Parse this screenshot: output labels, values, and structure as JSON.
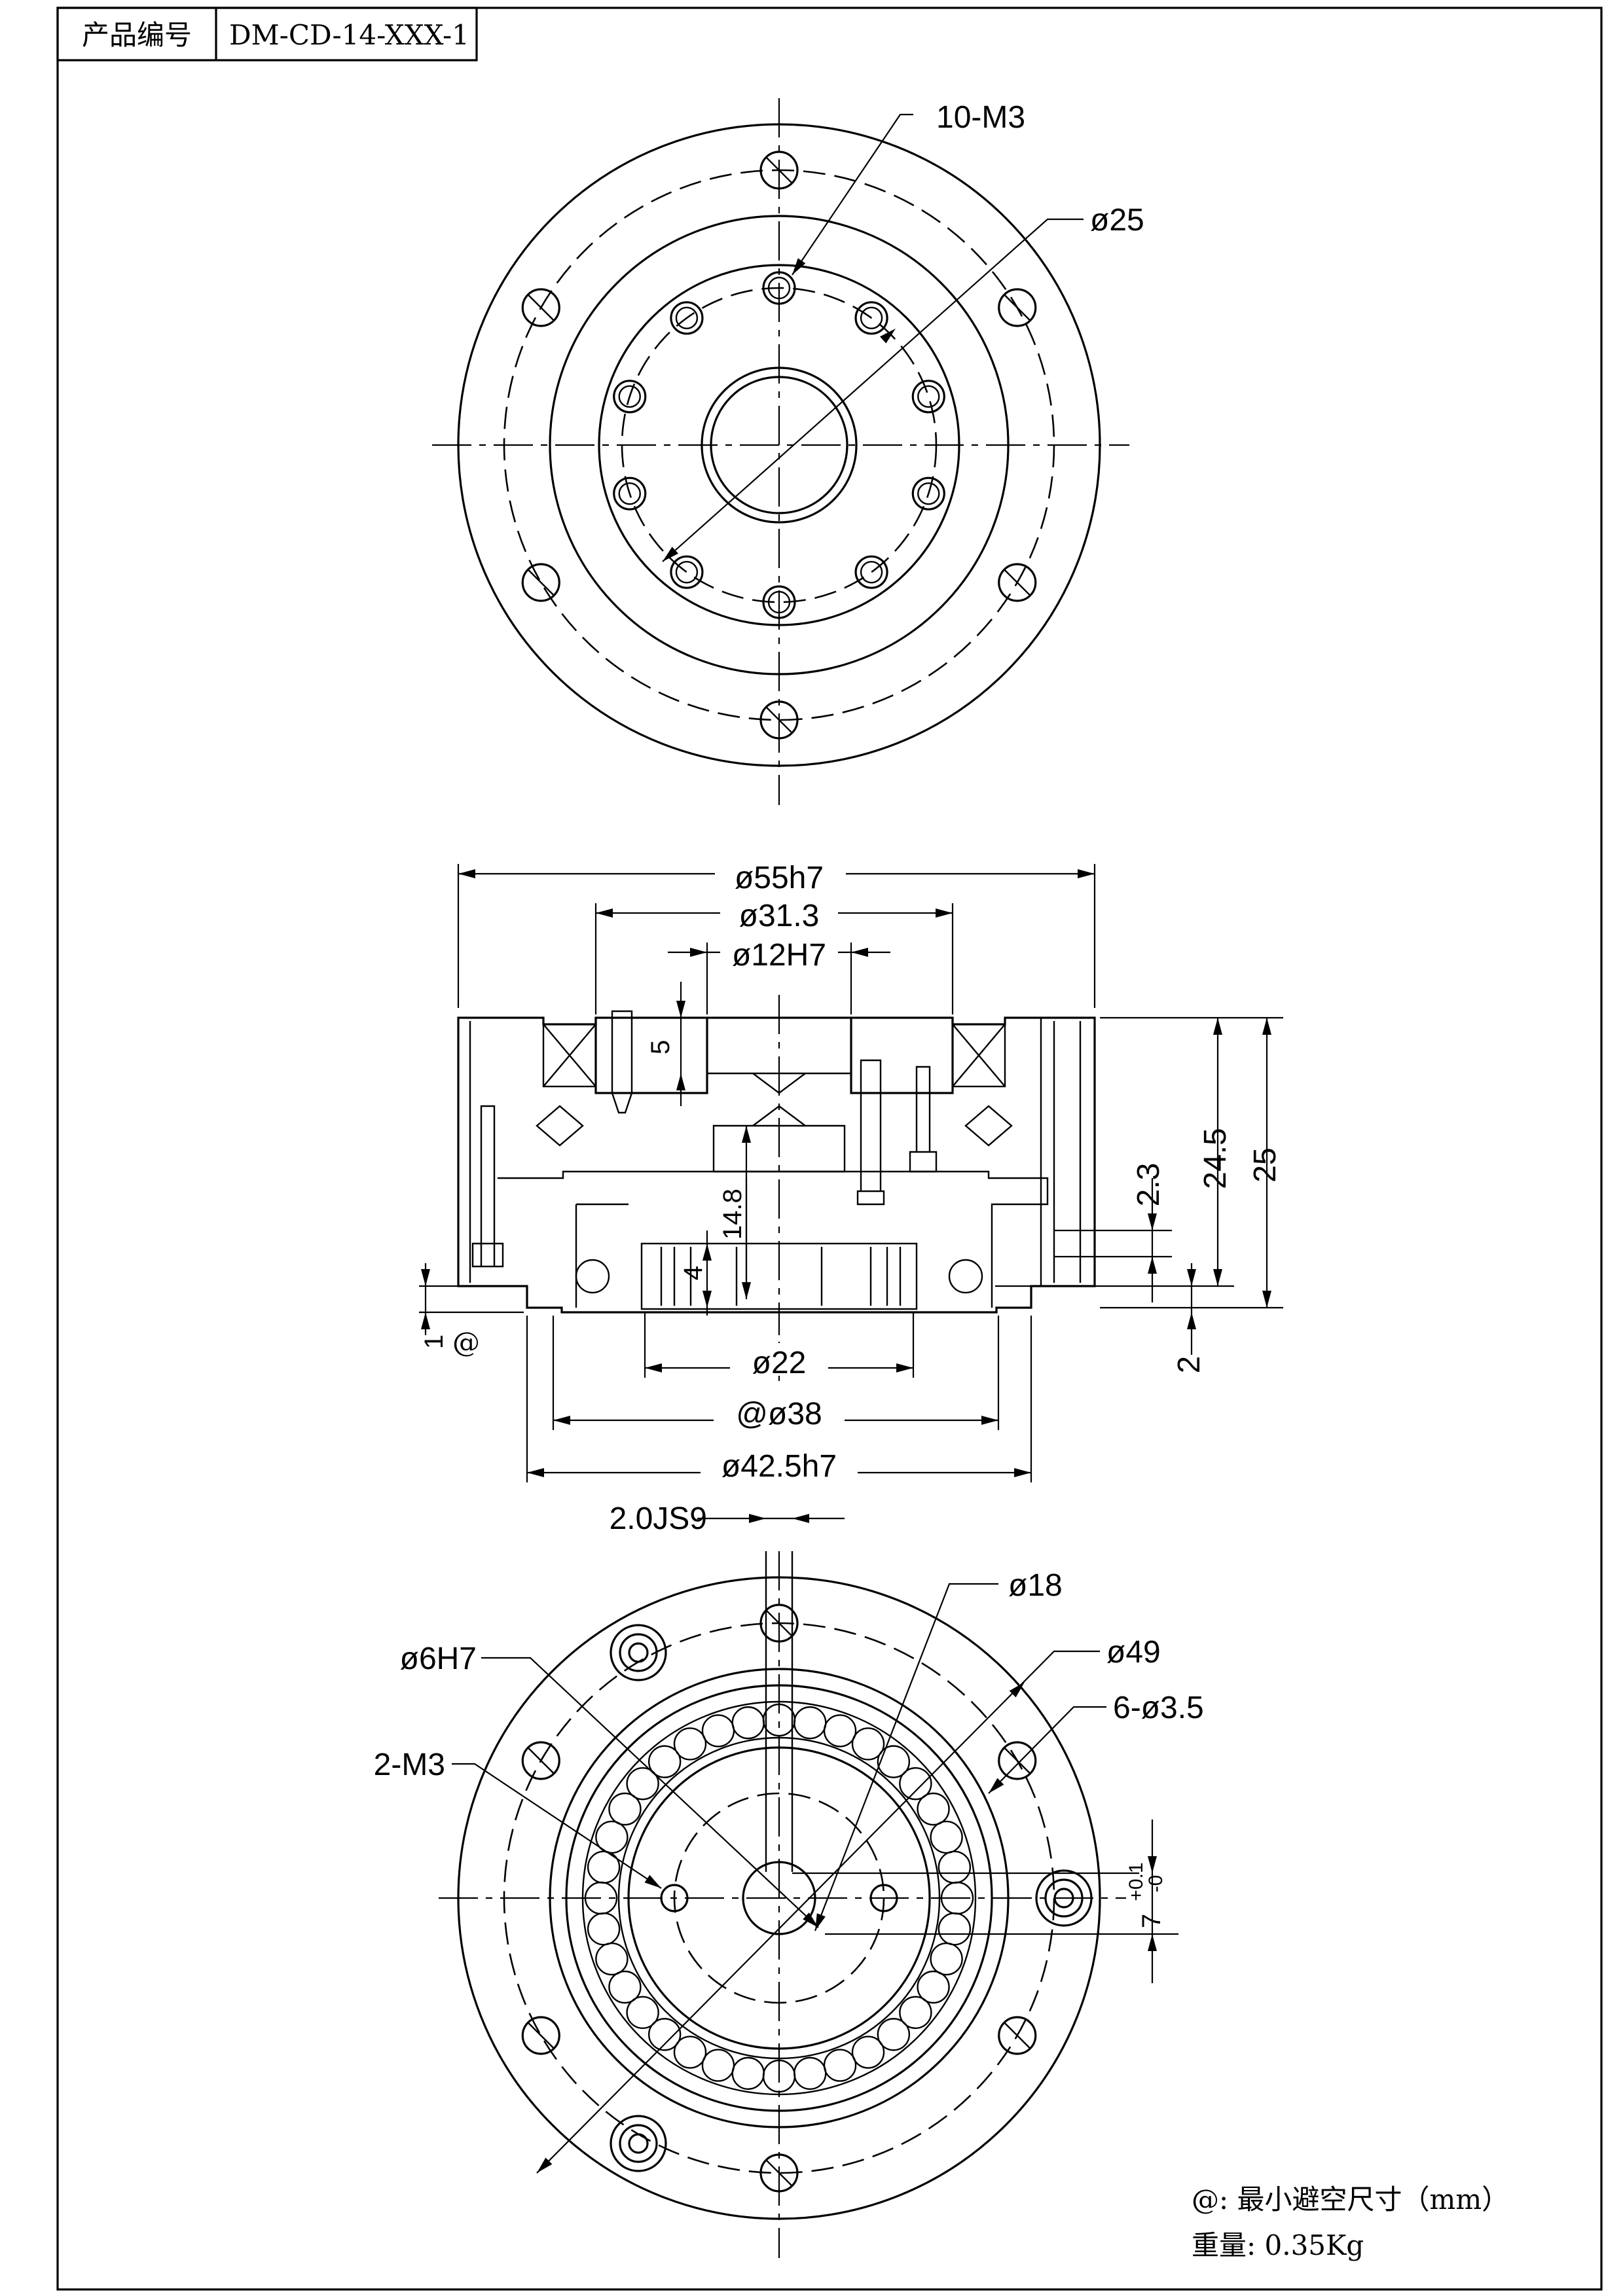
{
  "title_block": {
    "product_label": "产品编号",
    "product_code": "DM-CD-14-XXX-1"
  },
  "top_view": {
    "label_holes": "10-M3",
    "label_pcd": "ø25"
  },
  "section_view": {
    "dia_outer": "ø55h7",
    "dia_mid": "ø31.3",
    "dia_bore": "ø12H7",
    "depth_5": "5",
    "h_2_3": "2.3",
    "h_24_5": "24.5",
    "h_25": "25",
    "h_14_8": "14.8",
    "h_4": "4",
    "h_2": "2",
    "h_1": "1",
    "h_1_mark": "@",
    "dia_22": "ø22",
    "dia_38": "@ø38",
    "dia_42_5": "ø42.5h7"
  },
  "bottom_view": {
    "key_width": "2.0JS9",
    "dia_18": "ø18",
    "dia_6": "ø6H7",
    "dia_49": "ø49",
    "holes_6": "6-ø3.5",
    "thread_2": "2-M3",
    "key_depth_main": "7",
    "key_depth_tol_plus": "+0.1",
    "key_depth_tol_minus": "-0"
  },
  "notes": {
    "avoid": "@: 最小避空尺寸（mm）",
    "weight": "重量: 0.35Kg"
  }
}
